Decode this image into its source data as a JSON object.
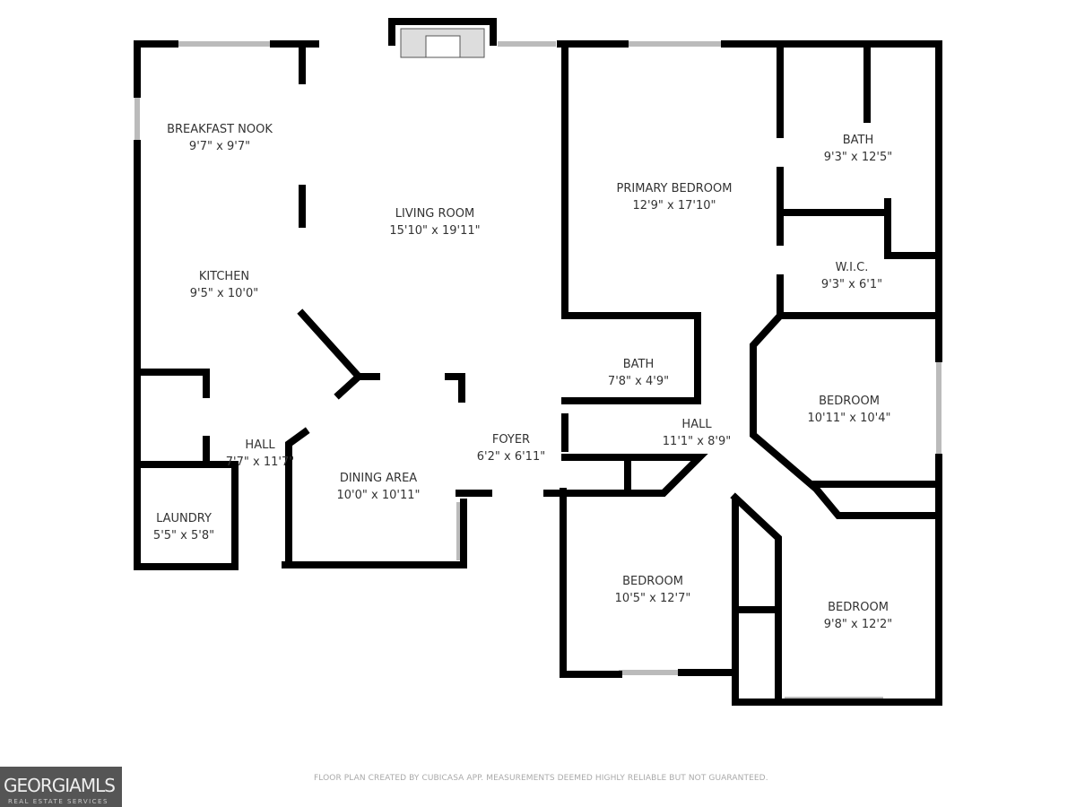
{
  "rooms": [
    {
      "name": "BREAKFAST NOOK",
      "dims": "9'7\" x 9'7\""
    },
    {
      "name": "LIVING ROOM",
      "dims": "15'10\" x 19'11\""
    },
    {
      "name": "KITCHEN",
      "dims": "9'5\" x 10'0\""
    },
    {
      "name": "HALL",
      "dims": "7'7\" x 11'7\""
    },
    {
      "name": "LAUNDRY",
      "dims": "5'5\" x 5'8\""
    },
    {
      "name": "DINING AREA",
      "dims": "10'0\" x 10'11\""
    },
    {
      "name": "FOYER",
      "dims": "6'2\" x 6'11\""
    },
    {
      "name": "PRIMARY BEDROOM",
      "dims": "12'9\" x 17'10\""
    },
    {
      "name": "BATH",
      "dims": "9'3\" x 12'5\""
    },
    {
      "name": "W.I.C.",
      "dims": "9'3\" x 6'1\""
    },
    {
      "name": "BATH",
      "dims": "7'8\" x 4'9\""
    },
    {
      "name": "HALL",
      "dims": "11'1\" x 8'9\""
    },
    {
      "name": "BEDROOM",
      "dims": "10'11\" x 10'4\""
    },
    {
      "name": "BEDROOM",
      "dims": "10'5\" x 12'7\""
    },
    {
      "name": "BEDROOM",
      "dims": "9'8\" x 12'2\""
    }
  ],
  "footer": "FLOOR PLAN CREATED BY CUBICASA APP. MEASUREMENTS DEEMED HIGHLY RELIABLE BUT NOT GUARANTEED.",
  "logo": {
    "main": "GEORGIAMLS",
    "sub": "REAL ESTATE SERVICES"
  },
  "colors": {
    "wall": "#000000",
    "window": "#cccccc",
    "text": "#333333"
  }
}
